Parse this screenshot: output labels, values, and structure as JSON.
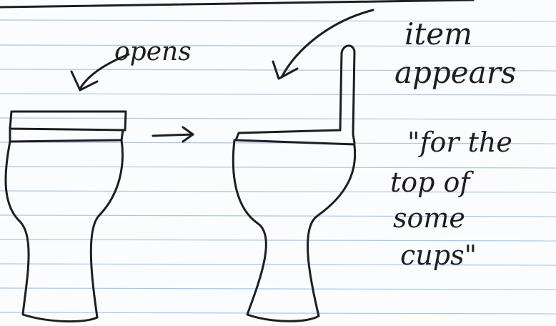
{
  "notebook": {
    "paper_color": "#fbfcfd",
    "rule_color": "#a9c7e4",
    "ink_color": "#1e1e22"
  },
  "labels": {
    "opens": "opens",
    "item_line1": "item",
    "item_line2": "appears",
    "quote_line1": "\"for the",
    "quote_line2": "top of",
    "quote_line3": "some",
    "quote_line4": "cups\""
  }
}
